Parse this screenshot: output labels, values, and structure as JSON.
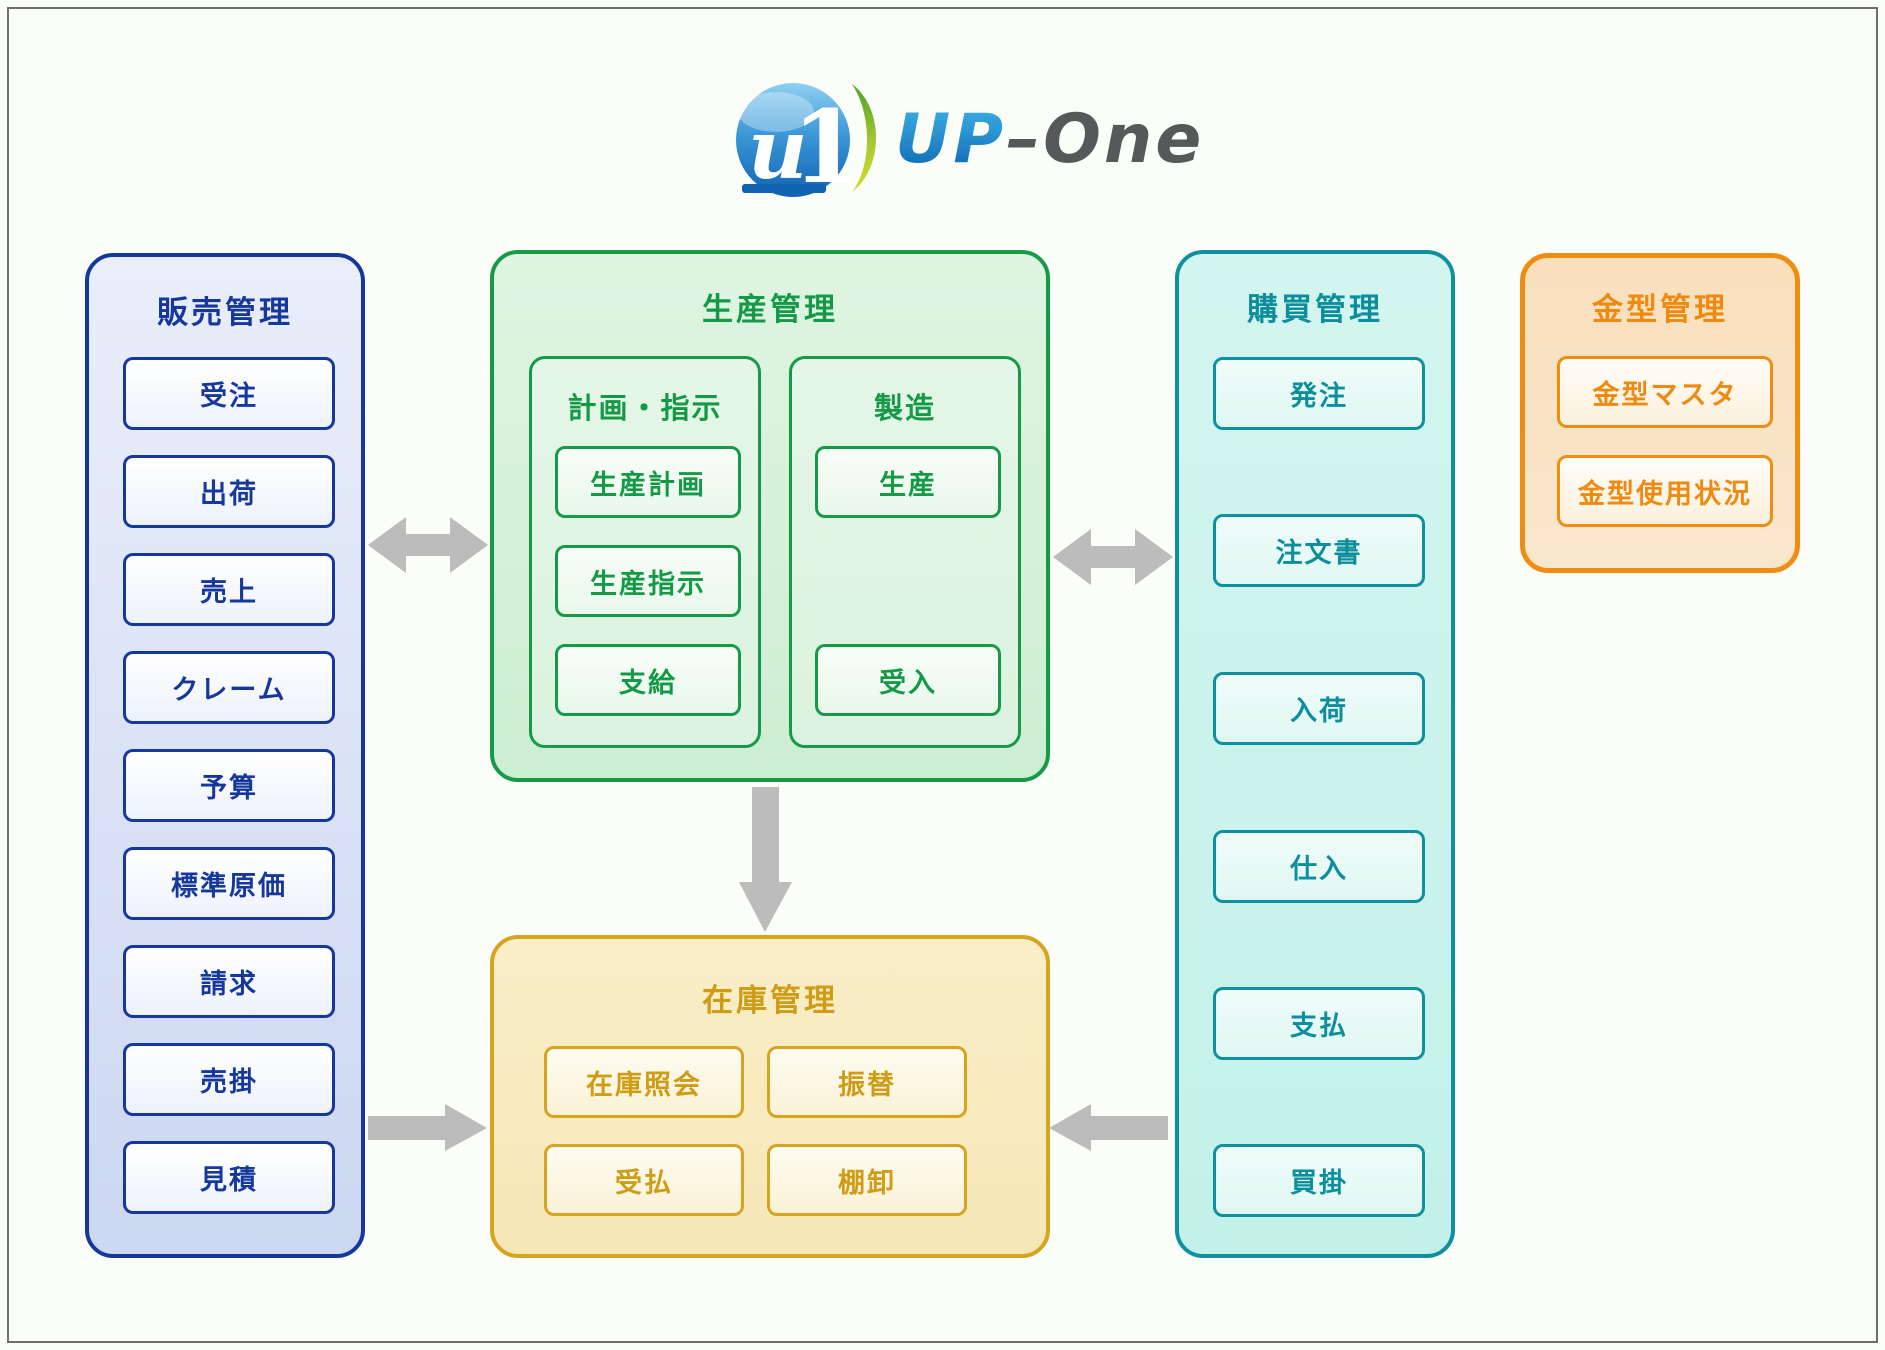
{
  "page": {
    "background_color": "#fbfdf8",
    "frame_border_color": "#6e6e6e"
  },
  "logo": {
    "mark_u": "u",
    "mark_1": "1",
    "up": "UP",
    "one": "–One",
    "sphere_color_top": "#8ed0f2",
    "sphere_color_bottom": "#0f63b0",
    "crescent_color_top": "#4ea32a",
    "crescent_color_bottom": "#d7dc28",
    "up_color": "#1c8fd2",
    "one_color": "#57585a"
  },
  "modules": {
    "sales": {
      "title": "販売管理",
      "accent": "#16389d",
      "items": [
        "受注",
        "出荷",
        "売上",
        "クレーム",
        "予算",
        "標準原価",
        "請求",
        "売掛",
        "見積"
      ]
    },
    "production": {
      "title": "生産管理",
      "accent": "#169a47",
      "groups": [
        {
          "title": "計画・指示",
          "items": [
            "生産計画",
            "生産指示",
            "支給"
          ]
        },
        {
          "title": "製造",
          "items": [
            "生産",
            "受入"
          ]
        }
      ]
    },
    "purchasing": {
      "title": "購買管理",
      "accent": "#0e909e",
      "items": [
        "発注",
        "注文書",
        "入荷",
        "仕入",
        "支払",
        "買掛"
      ]
    },
    "mold": {
      "title": "金型管理",
      "accent": "#ef8c12",
      "items": [
        "金型マスタ",
        "金型使用状況"
      ]
    },
    "inventory": {
      "title": "在庫管理",
      "accent": "#d7a41f",
      "items": [
        "在庫照会",
        "振替",
        "受払",
        "棚卸"
      ]
    }
  },
  "arrows": {
    "color": "#bcbcbc",
    "links": [
      {
        "from": "販売管理",
        "to": "生産管理",
        "style": "double-headed"
      },
      {
        "from": "生産管理",
        "to": "購買管理",
        "style": "double-headed"
      },
      {
        "from": "生産管理",
        "to": "在庫管理",
        "style": "down"
      },
      {
        "from": "販売管理",
        "to": "在庫管理",
        "style": "right"
      },
      {
        "from": "購買管理",
        "to": "在庫管理",
        "style": "left"
      }
    ]
  }
}
